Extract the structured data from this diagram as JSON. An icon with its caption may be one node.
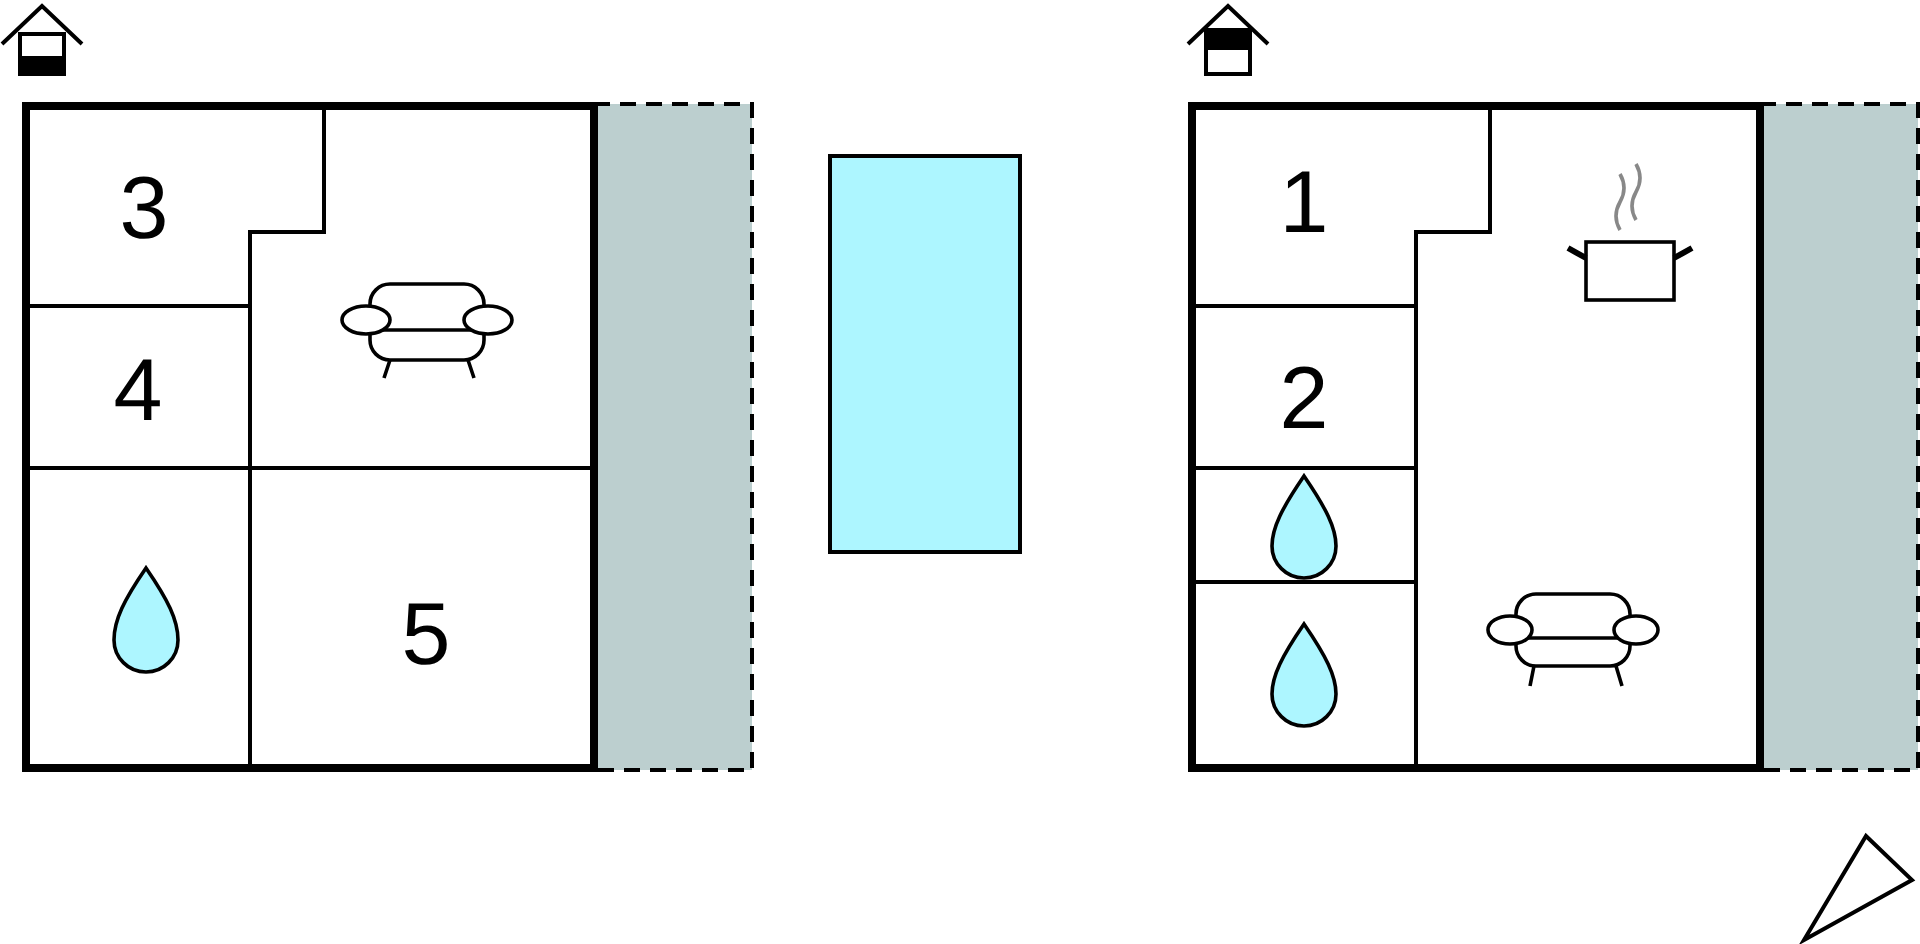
{
  "diagram": {
    "labels": [
      "3",
      "4",
      "5",
      "1",
      "2"
    ]
  }
}
